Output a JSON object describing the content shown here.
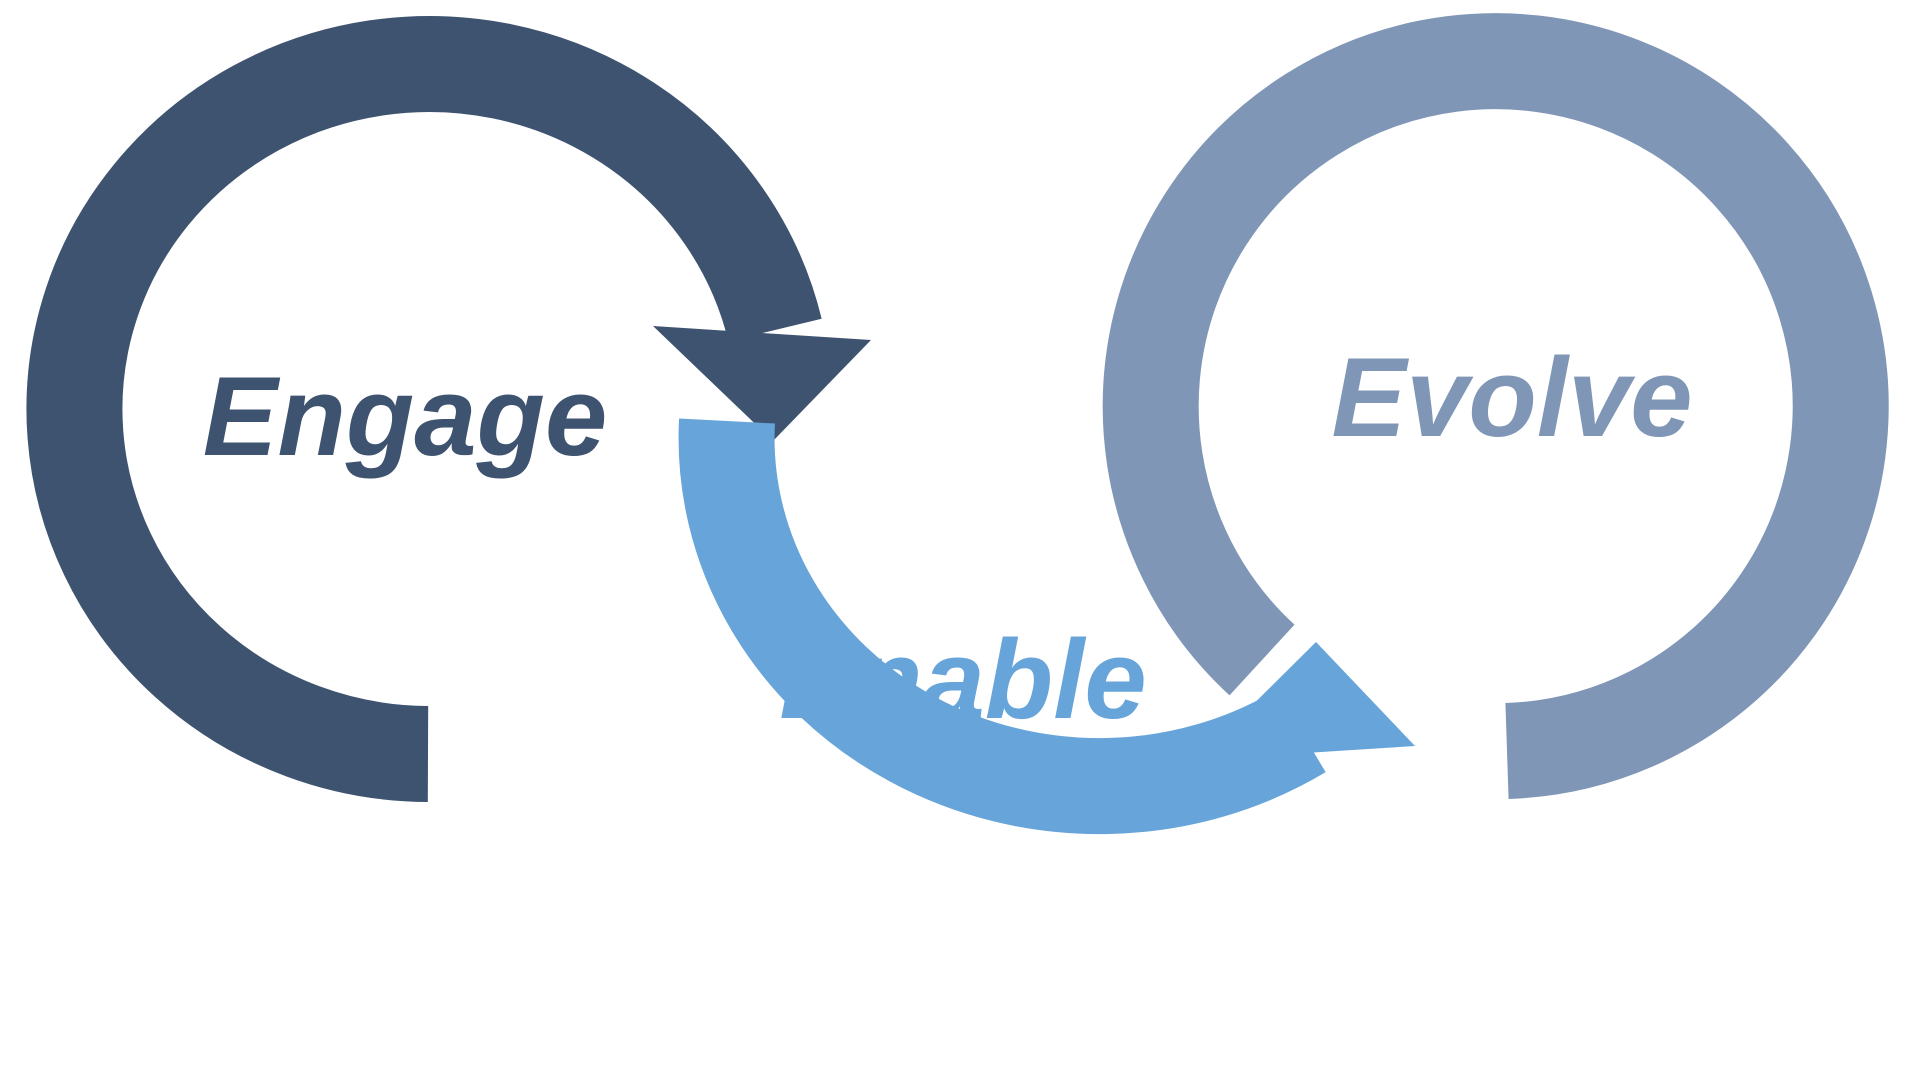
{
  "diagram": {
    "stages": [
      {
        "label": "Engage",
        "color": "#3e536f"
      },
      {
        "label": "Enable",
        "color": "#67a4d9"
      },
      {
        "label": "Evolve",
        "color": "#7f96b6"
      }
    ]
  }
}
